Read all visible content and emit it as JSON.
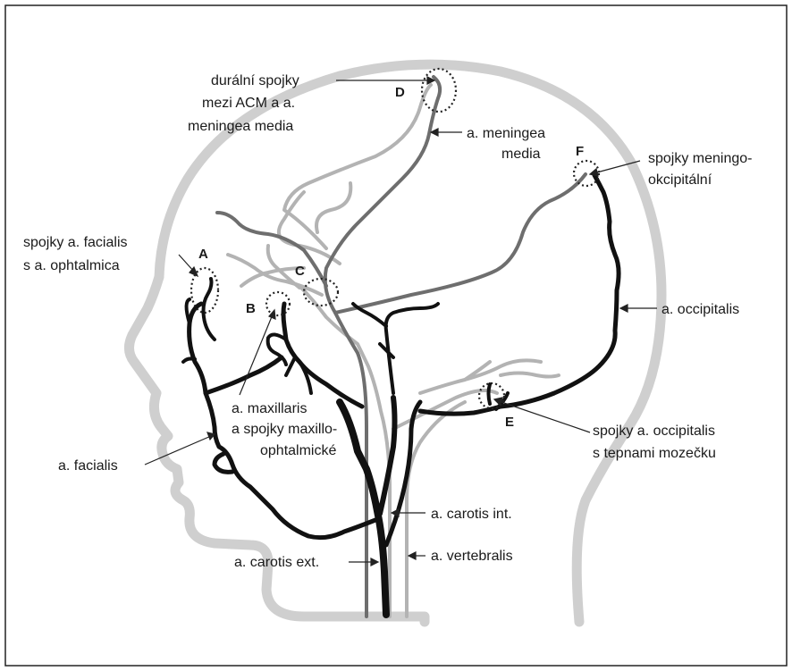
{
  "labels": {
    "dural_line1": "durální spojky",
    "dural_line2": "mezi ACM a a.",
    "dural_line3": "meningea media",
    "meningea_line1": "a. meningea",
    "meningea_line2": "media",
    "meningo_line1": "spojky meningo-",
    "meningo_line2": "okcipitální",
    "facialis_spojky_line1": "spojky a. facialis",
    "facialis_spojky_line2": "s a. ophtalmica",
    "occipitalis": "a. occipitalis",
    "maxillaris_line1": "a. maxillaris",
    "maxillaris_line2": "a spojky maxillo-",
    "maxillaris_line3": "ophtalmické",
    "occ_spojky_line1": "spojky a. occipitalis",
    "occ_spojky_line2": "s tepnami mozečku",
    "facialis": "a. facialis",
    "carotis_int": "a. carotis int.",
    "carotis_ext": "a. carotis ext.",
    "vertebralis": "a. vertebralis"
  },
  "markers": {
    "A": "A",
    "B": "B",
    "C": "C",
    "D": "D",
    "E": "E",
    "F": "F"
  },
  "colors": {
    "head_outline": "#cfcfcf",
    "external_artery": "#111111",
    "meningeal_artery": "#6e6e6e",
    "internal_artery": "#b3b3b3",
    "text": "#1a1a1a"
  }
}
